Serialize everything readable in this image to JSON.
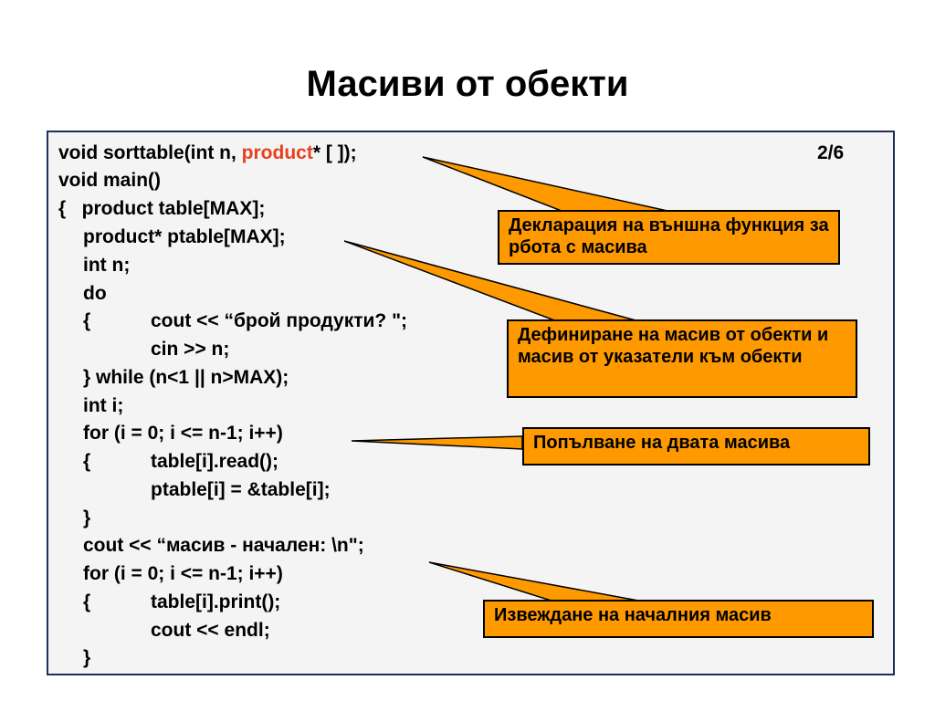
{
  "slide": {
    "title": "Масиви от обекти",
    "page": "2/6"
  },
  "code": {
    "line1_prefix": "void sorttable(int n, ",
    "line1_highlight": "product",
    "line1_suffix": "* [ ]);",
    "lines": [
      "void main()",
      "{   product table[MAX];",
      "product* ptable[MAX];",
      "int n;",
      "do",
      "{",
      "cout << “брой продукти? \";",
      "cin >> n;",
      "} while (n<1 || n>MAX);",
      "int i;",
      "for (i = 0; i <= n-1; i++)",
      "{",
      "table[i].read();",
      "ptable[i] = &table[i];",
      "}",
      "cout << “масив - начален: \\n\";",
      "for (i = 0; i <= n-1; i++)",
      "{",
      "table[i].print();",
      "cout << endl;",
      "}"
    ]
  },
  "callouts": [
    {
      "text": "Декларация на външна функция за рбота с масива"
    },
    {
      "text": "Дефиниране на масив от обекти и масив от указатели към обекти"
    },
    {
      "text": "Попълване на двата масива"
    },
    {
      "text": "Извеждане на началния масив"
    }
  ],
  "colors": {
    "callout_fill": "#ff9900",
    "highlight": "#e8401c",
    "box_border": "#1f2e5c",
    "box_bg": "#f4f4f4"
  }
}
